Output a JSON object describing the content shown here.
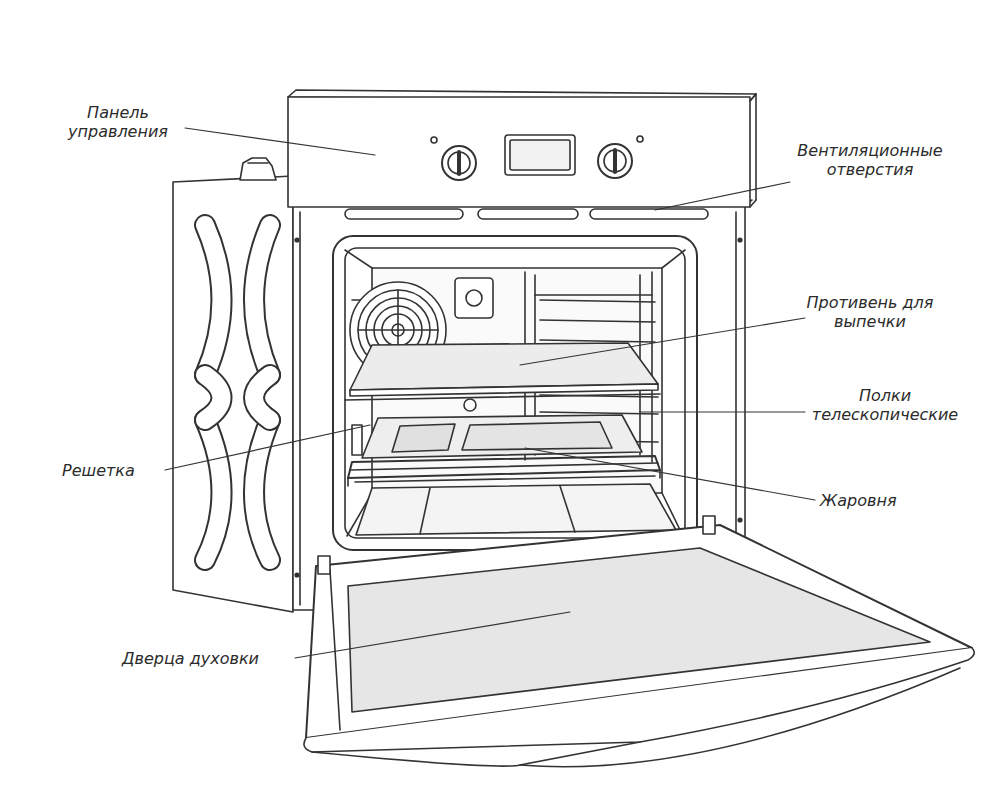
{
  "diagram": {
    "labels": [
      "Панель управления",
      "Вентиляционные отверстия",
      "Противень для выпечки",
      "Полки телескопические",
      "Решетка",
      "Жаровня",
      "Дверца духовки"
    ]
  }
}
